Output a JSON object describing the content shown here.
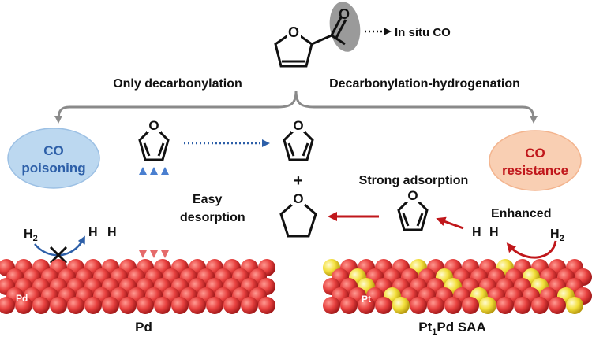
{
  "top": {
    "in_situ": "In situ CO",
    "left_branch": "Only decarbonylation",
    "right_branch": "Decarbonylation-hydrogenation"
  },
  "left": {
    "bubble_line1": "CO",
    "bubble_line2": "poisoning",
    "easy1": "Easy",
    "easy2": "desorption",
    "h2": "H",
    "h2_sub": "2",
    "h_a": "H",
    "h_b": "H",
    "surface_label": "Pd",
    "caption": "Pd"
  },
  "middle": {
    "plus": "+"
  },
  "right": {
    "bubble_line1": "CO",
    "bubble_line2": "resistance",
    "strong": "Strong adsorption",
    "enhanced": "Enhanced",
    "h_a": "H",
    "h_b": "H",
    "h2": "H",
    "h2_sub": "2",
    "surface_label": "Pt",
    "caption_main": "Pt",
    "caption_sub": "1",
    "caption_rest": "Pd SAA"
  },
  "atoms": {
    "o": "O"
  },
  "colors": {
    "pd_atom": "#e8413f",
    "pt_atom": "#f6e64a",
    "blue_arrow": "#2d5fa8",
    "red_arrow": "#c0171b",
    "gray_arrow": "#8a8a8a",
    "blue_bubble": "#bcd8f0",
    "orange_bubble": "#f9cfb3"
  }
}
